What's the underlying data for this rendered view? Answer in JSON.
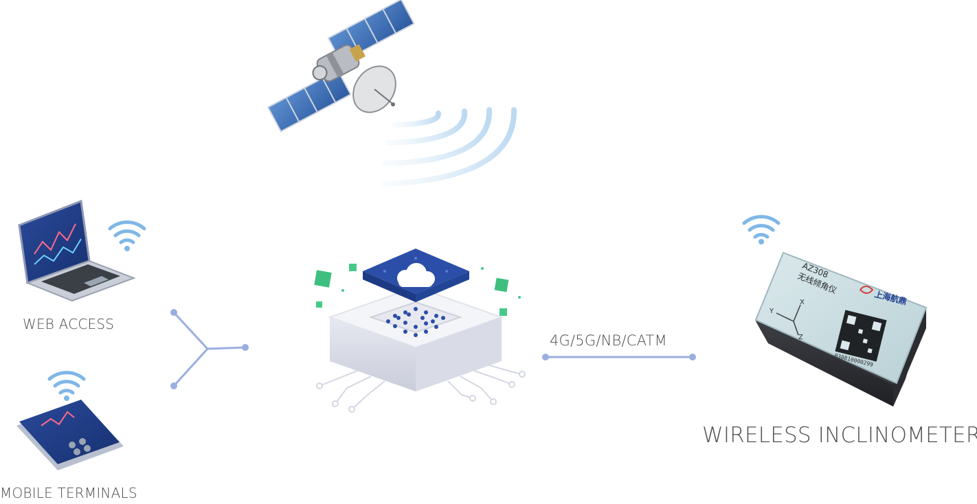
{
  "nodes": {
    "web": {
      "label": "WEB ACCESS"
    },
    "mobile": {
      "label": "MOBILE TERMINALS"
    },
    "inclinometer": {
      "label": "WIRELESS INCLINOMETER",
      "device_model": "AZ308",
      "device_name_cn": "无线倾角仪",
      "brand_cn": "上海航鼎",
      "serial": "030810000299",
      "axis_x": "X",
      "axis_y": "Y",
      "axis_z": "Z"
    }
  },
  "links": {
    "network": {
      "label": "4G/5G/NB/CATM"
    }
  },
  "colors": {
    "connector": "#9aaee0",
    "chip_blue": "#2b4ea8",
    "cube_green": "#3fbf7f",
    "wifi": "#7fb7e6",
    "signal_arc": "#cfe4f5"
  },
  "icons": [
    "satellite-icon",
    "cloud-icon",
    "wifi-icon",
    "laptop-icon",
    "phone-icon"
  ]
}
